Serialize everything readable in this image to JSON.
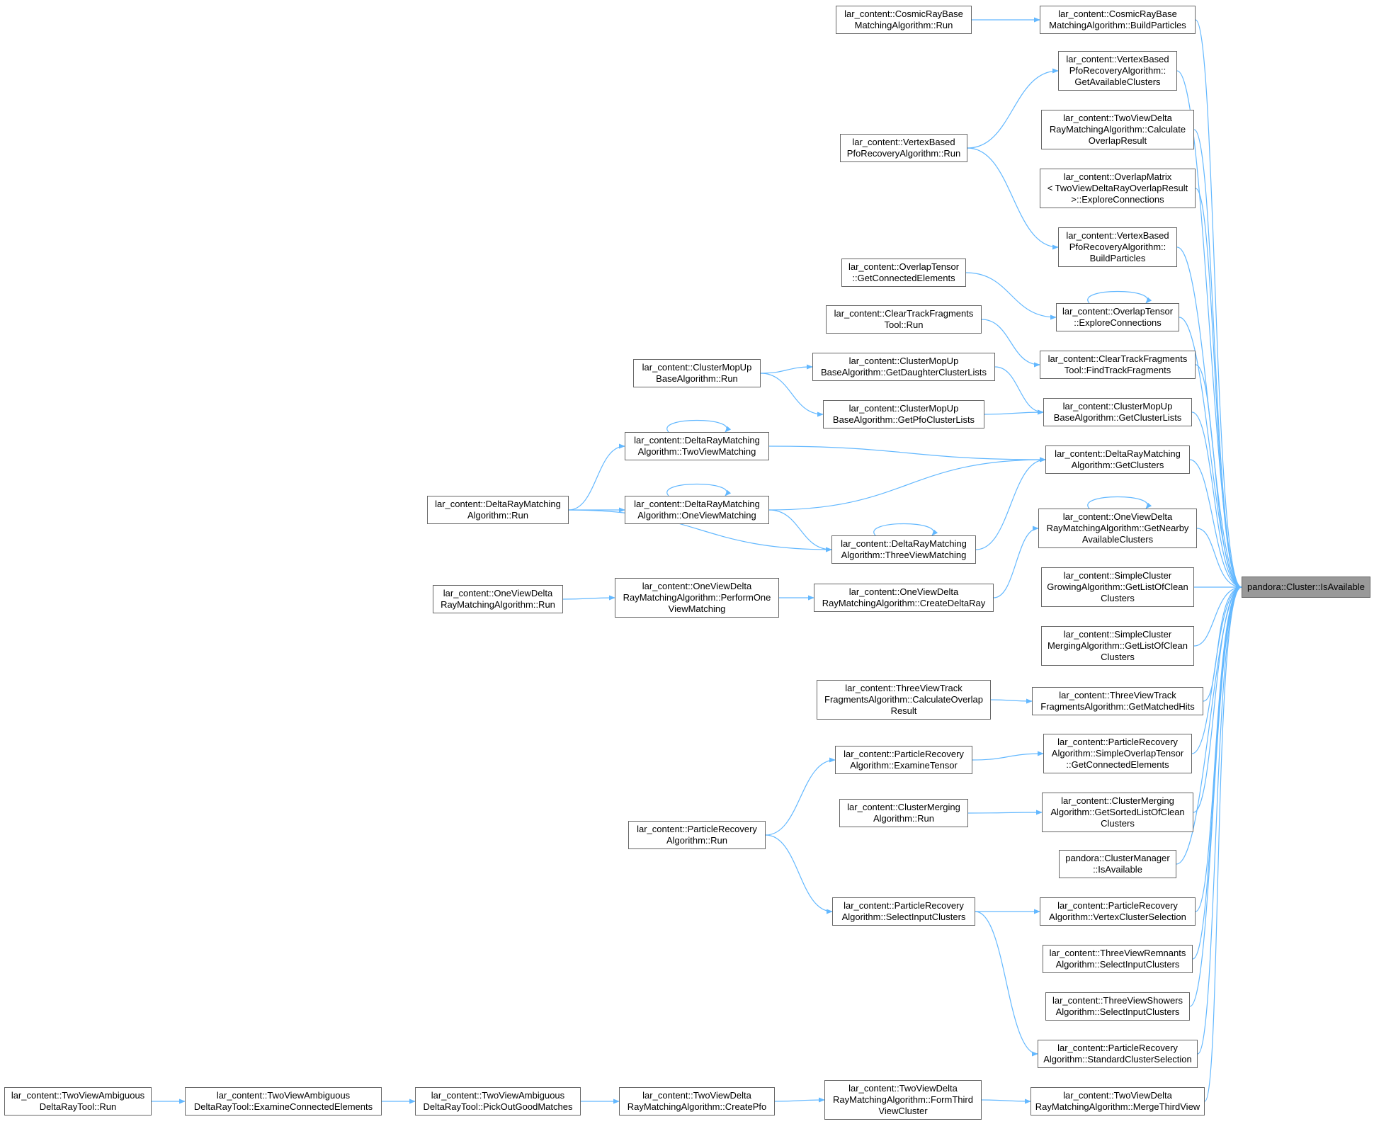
{
  "graph": {
    "kind": "caller-graph",
    "edge_color": "#63b8ff",
    "root_fill": "#999999",
    "nodes": {
      "root": {
        "label": "pandora::Cluster::IsAvailable"
      },
      "cosmic_build": {
        "label": "lar_content::CosmicRayBase\nMatchingAlgorithm::BuildParticles"
      },
      "cosmic_run": {
        "label": "lar_content::CosmicRayBase\nMatchingAlgorithm::Run"
      },
      "vb_getavail": {
        "label": "lar_content::VertexBased\nPfoRecoveryAlgorithm::\nGetAvailableClusters"
      },
      "tvdr_calc": {
        "label": "lar_content::TwoViewDelta\nRayMatchingAlgorithm::Calculate\nOverlapResult"
      },
      "vb_run": {
        "label": "lar_content::VertexBased\nPfoRecoveryAlgorithm::Run"
      },
      "om_explore": {
        "label": "lar_content::OverlapMatrix\n< TwoViewDeltaRayOverlapResult\n>::ExploreConnections"
      },
      "vb_build": {
        "label": "lar_content::VertexBased\nPfoRecoveryAlgorithm::\nBuildParticles"
      },
      "ot_getconn": {
        "label": "lar_content::OverlapTensor\n::GetConnectedElements"
      },
      "ot_explore": {
        "label": "lar_content::OverlapTensor\n::ExploreConnections"
      },
      "ctf_run": {
        "label": "lar_content::ClearTrackFragments\nTool::Run"
      },
      "ctf_find": {
        "label": "lar_content::ClearTrackFragments\nTool::FindTrackFragments"
      },
      "cmu_daughter": {
        "label": "lar_content::ClusterMopUp\nBaseAlgorithm::GetDaughterClusterLists"
      },
      "cmu_run": {
        "label": "lar_content::ClusterMopUp\nBaseAlgorithm::Run"
      },
      "cmu_pfo": {
        "label": "lar_content::ClusterMopUp\nBaseAlgorithm::GetPfoClusterLists"
      },
      "cmu_getcl": {
        "label": "lar_content::ClusterMopUp\nBaseAlgorithm::GetClusterLists"
      },
      "drm_two": {
        "label": "lar_content::DeltaRayMatching\nAlgorithm::TwoViewMatching"
      },
      "drm_get": {
        "label": "lar_content::DeltaRayMatching\nAlgorithm::GetClusters"
      },
      "drm_run": {
        "label": "lar_content::DeltaRayMatching\nAlgorithm::Run"
      },
      "drm_one": {
        "label": "lar_content::DeltaRayMatching\nAlgorithm::OneViewMatching"
      },
      "ovdr_nearby": {
        "label": "lar_content::OneViewDelta\nRayMatchingAlgorithm::GetNearby\nAvailableClusters"
      },
      "drm_three": {
        "label": "lar_content::DeltaRayMatching\nAlgorithm::ThreeViewMatching"
      },
      "ovdr_run": {
        "label": "lar_content::OneViewDelta\nRayMatchingAlgorithm::Run"
      },
      "ovdr_perform": {
        "label": "lar_content::OneViewDelta\nRayMatchingAlgorithm::PerformOne\nViewMatching"
      },
      "ovdr_create": {
        "label": "lar_content::OneViewDelta\nRayMatchingAlgorithm::CreateDeltaRay"
      },
      "scg_list": {
        "label": "lar_content::SimpleCluster\nGrowingAlgorithm::GetListOfClean\nClusters"
      },
      "scm_list": {
        "label": "lar_content::SimpleCluster\nMergingAlgorithm::GetListOfClean\nClusters"
      },
      "tvtf_calc": {
        "label": "lar_content::ThreeViewTrack\nFragmentsAlgorithm::CalculateOverlap\nResult"
      },
      "tvtf_hits": {
        "label": "lar_content::ThreeViewTrack\nFragmentsAlgorithm::GetMatchedHits"
      },
      "pr_examine": {
        "label": "lar_content::ParticleRecovery\nAlgorithm::ExamineTensor"
      },
      "pr_simple": {
        "label": "lar_content::ParticleRecovery\nAlgorithm::SimpleOverlapTensor\n::GetConnectedElements"
      },
      "cm_run": {
        "label": "lar_content::ClusterMerging\nAlgorithm::Run"
      },
      "cm_sorted": {
        "label": "lar_content::ClusterMerging\nAlgorithm::GetSortedListOfClean\nClusters"
      },
      "pr_run": {
        "label": "lar_content::ParticleRecovery\nAlgorithm::Run"
      },
      "cmgr_avail": {
        "label": "pandora::ClusterManager\n::IsAvailable"
      },
      "pr_select": {
        "label": "lar_content::ParticleRecovery\nAlgorithm::SelectInputClusters"
      },
      "pr_vertex": {
        "label": "lar_content::ParticleRecovery\nAlgorithm::VertexClusterSelection"
      },
      "tvr_select": {
        "label": "lar_content::ThreeViewRemnants\nAlgorithm::SelectInputClusters"
      },
      "tvs_select": {
        "label": "lar_content::ThreeViewShowers\nAlgorithm::SelectInputClusters"
      },
      "pr_standard": {
        "label": "lar_content::ParticleRecovery\nAlgorithm::StandardClusterSelection"
      },
      "tva_run": {
        "label": "lar_content::TwoViewAmbiguous\nDeltaRayTool::Run"
      },
      "tva_examine": {
        "label": "lar_content::TwoViewAmbiguous\nDeltaRayTool::ExamineConnectedElements"
      },
      "tva_pick": {
        "label": "lar_content::TwoViewAmbiguous\nDeltaRayTool::PickOutGoodMatches"
      },
      "tvdr_create": {
        "label": "lar_content::TwoViewDelta\nRayMatchingAlgorithm::CreatePfo"
      },
      "tvdr_form": {
        "label": "lar_content::TwoViewDelta\nRayMatchingAlgorithm::FormThird\nViewCluster"
      },
      "tvdr_merge": {
        "label": "lar_content::TwoViewDelta\nRayMatchingAlgorithm::MergeThirdView"
      }
    },
    "edges": [
      [
        "cosmic_run",
        "cosmic_build"
      ],
      [
        "vb_run",
        "vb_getavail"
      ],
      [
        "vb_run",
        "vb_build"
      ],
      [
        "ot_getconn",
        "ot_explore"
      ],
      [
        "ot_explore",
        "ot_explore"
      ],
      [
        "ctf_run",
        "ctf_find"
      ],
      [
        "cmu_run",
        "cmu_daughter"
      ],
      [
        "cmu_run",
        "cmu_pfo"
      ],
      [
        "cmu_daughter",
        "cmu_getcl"
      ],
      [
        "cmu_pfo",
        "cmu_getcl"
      ],
      [
        "drm_run",
        "drm_two"
      ],
      [
        "drm_run",
        "drm_one"
      ],
      [
        "drm_run",
        "drm_three"
      ],
      [
        "drm_two",
        "drm_two"
      ],
      [
        "drm_one",
        "drm_one"
      ],
      [
        "drm_three",
        "drm_three"
      ],
      [
        "drm_one",
        "drm_three"
      ],
      [
        "drm_two",
        "drm_get"
      ],
      [
        "drm_one",
        "drm_get"
      ],
      [
        "drm_three",
        "drm_get"
      ],
      [
        "ovdr_nearby",
        "ovdr_nearby"
      ],
      [
        "ovdr_create",
        "ovdr_nearby"
      ],
      [
        "ovdr_run",
        "ovdr_perform"
      ],
      [
        "ovdr_perform",
        "ovdr_create"
      ],
      [
        "tvtf_calc",
        "tvtf_hits"
      ],
      [
        "pr_examine",
        "pr_simple"
      ],
      [
        "pr_run",
        "pr_examine"
      ],
      [
        "pr_run",
        "pr_select"
      ],
      [
        "cm_run",
        "cm_sorted"
      ],
      [
        "pr_select",
        "pr_vertex"
      ],
      [
        "pr_select",
        "pr_standard"
      ],
      [
        "tva_run",
        "tva_examine"
      ],
      [
        "tva_examine",
        "tva_pick"
      ],
      [
        "tva_pick",
        "tvdr_create"
      ],
      [
        "tvdr_create",
        "tvdr_form"
      ],
      [
        "tvdr_form",
        "tvdr_merge"
      ],
      [
        "cosmic_build",
        "root"
      ],
      [
        "vb_getavail",
        "root"
      ],
      [
        "tvdr_calc",
        "root"
      ],
      [
        "om_explore",
        "root"
      ],
      [
        "vb_build",
        "root"
      ],
      [
        "ot_explore",
        "root"
      ],
      [
        "ctf_find",
        "root"
      ],
      [
        "cmu_getcl",
        "root"
      ],
      [
        "drm_get",
        "root"
      ],
      [
        "ovdr_nearby",
        "root"
      ],
      [
        "scg_list",
        "root"
      ],
      [
        "scm_list",
        "root"
      ],
      [
        "tvtf_hits",
        "root"
      ],
      [
        "pr_simple",
        "root"
      ],
      [
        "cm_sorted",
        "root"
      ],
      [
        "cmgr_avail",
        "root"
      ],
      [
        "pr_vertex",
        "root"
      ],
      [
        "tvr_select",
        "root"
      ],
      [
        "tvs_select",
        "root"
      ],
      [
        "pr_standard",
        "root"
      ],
      [
        "tvdr_merge",
        "root"
      ]
    ]
  }
}
